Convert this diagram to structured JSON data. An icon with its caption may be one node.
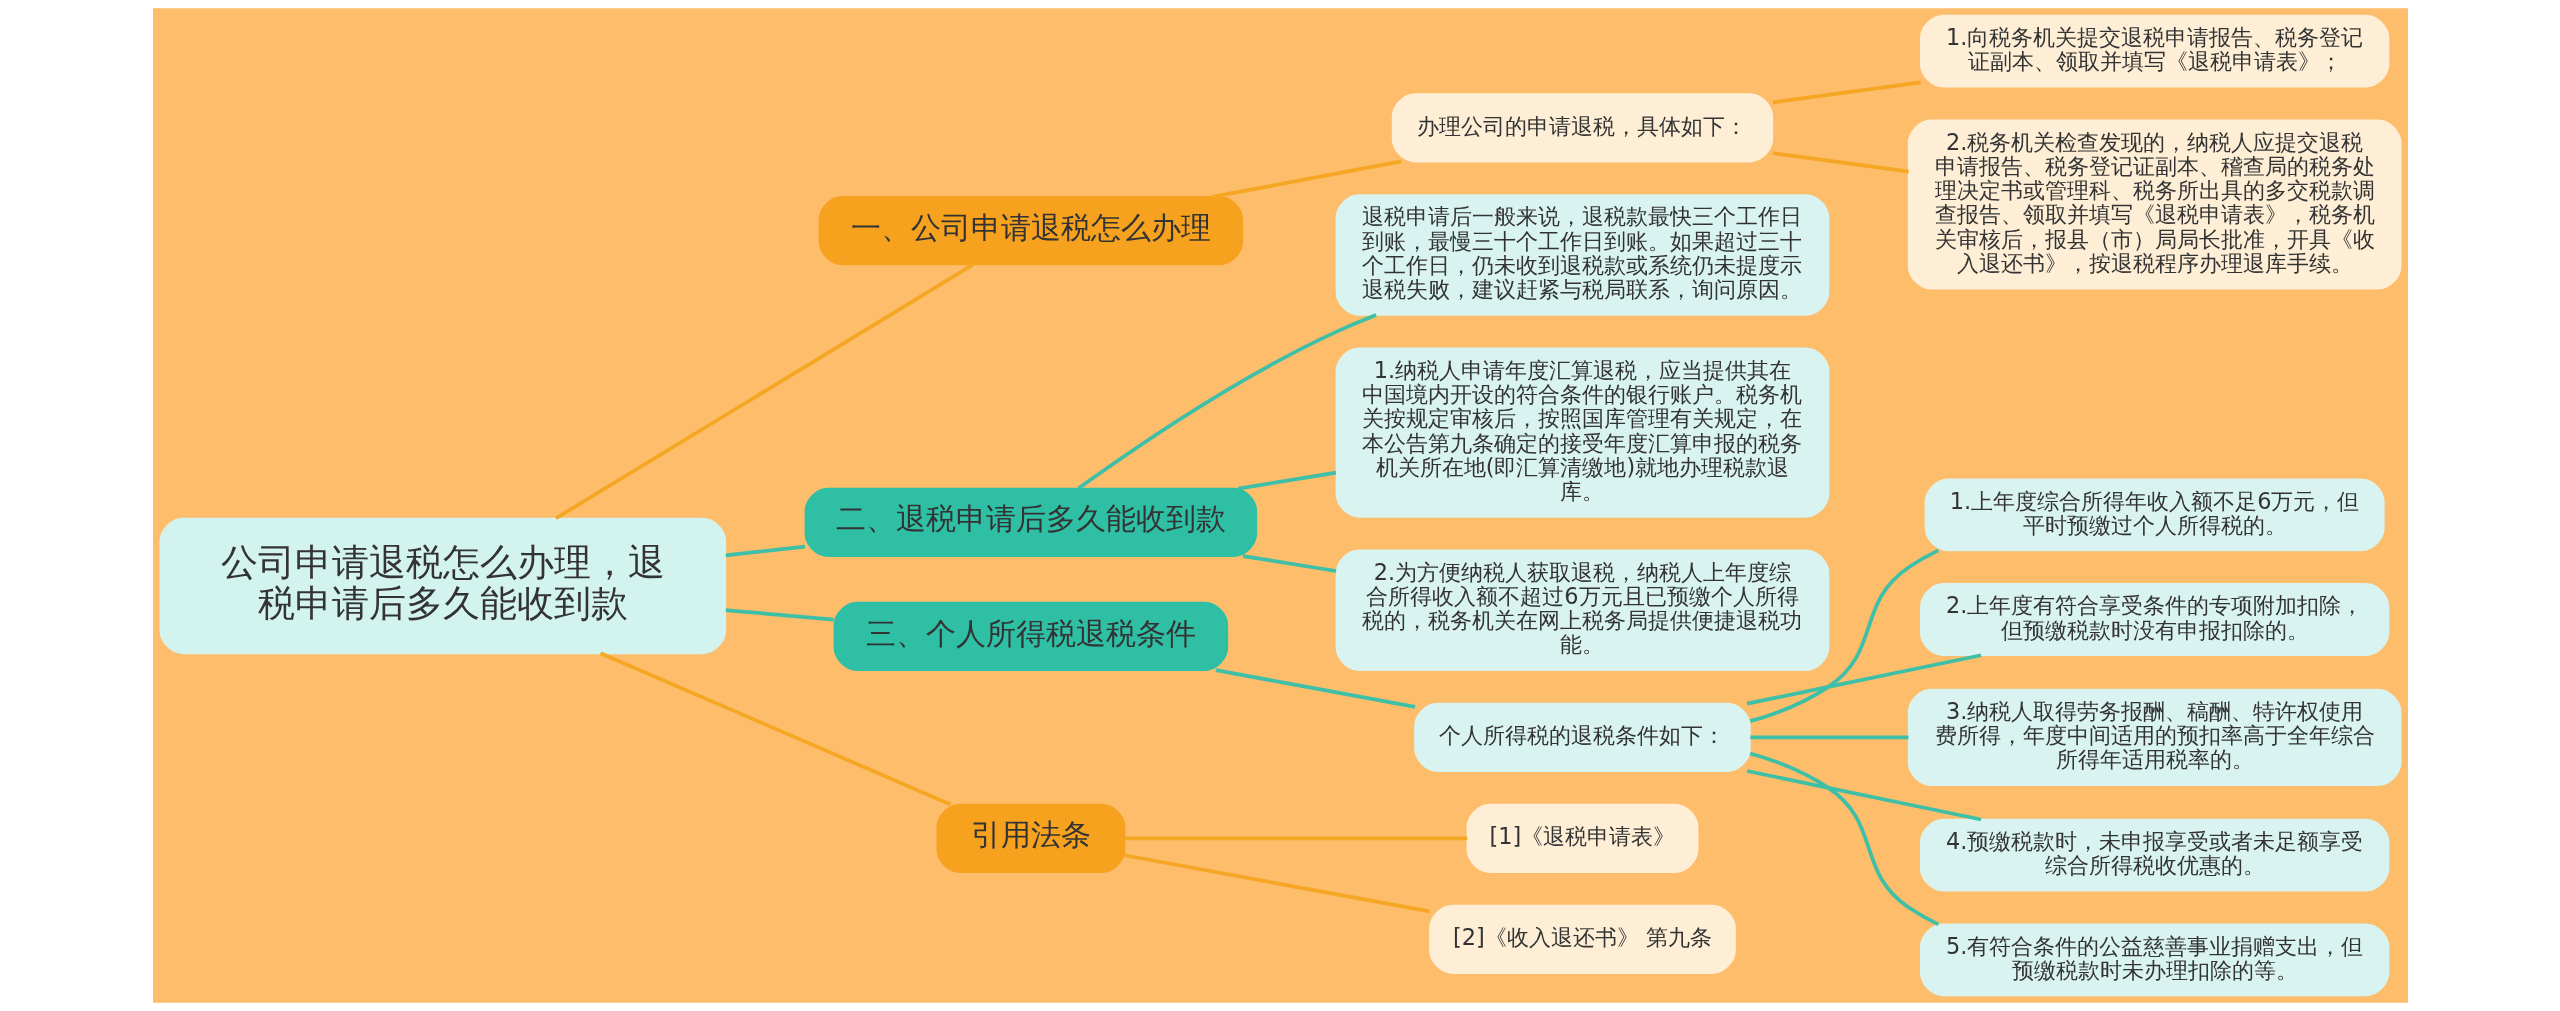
{
  "diagram": {
    "nodes": [
      {
        "text": [
          "公司申请退税怎么办理，退税申请后多久能收到款"
        ]
      },
      {
        "text": [
          "一、公司申请退税怎么办理"
        ]
      },
      {
        "text": [
          "办理公司的申请退税，具体如下："
        ]
      },
      {
        "text": [
          "1.向税务机关提交退税申请报告、税务登记证副本、领取并填写《退税申请表》；"
        ]
      },
      {
        "text": [
          "2.税务机关检查发现的，纳税人应提交退税申请报告、税务登记证副本、稽查局的税务处理决定书或管理科、税务所出具的多交税款调查报告、领取并填写《退税申请表》，税务机关审核后，报县（市）局局长批准，开具《收入退还书》，按退税程序办理退库手续。"
        ]
      },
      {
        "text": [
          "二、退税申请后多久能收到款"
        ]
      },
      {
        "text": [
          "退税申请后一般来说，退税款最快三个工作日到账，最慢三十个工作日到账。如果超过三十个工作日，仍未收到退税款或系统仍未提度示退税失败，建议赶紧与税局联系，询问原因。"
        ]
      },
      {
        "text": [
          "1.纳税人申请年度汇算退税，应当提供其在中国境内开设的符合条件的银行账户。税务机关按规定审核后，按照国库管理有关规定，在本公告第九条确定的接受年度汇算申报的税务机关所在地(即汇算清缴地)就地办理税款退库。"
        ]
      },
      {
        "text": [
          "2.为方便纳税人获取退税，纳税人上年度综合所得收入额不超过6万元且已预缴个人所得税的，税务机关在网上税务局提供便捷退税功能。"
        ]
      },
      {
        "text": [
          "三、个人所得税退税条件"
        ]
      },
      {
        "text": [
          "个人所得税的退税条件如下："
        ]
      },
      {
        "text": [
          "1.上年度综合所得年收入额不足6万元，但平时预缴过个人所得税的。"
        ]
      },
      {
        "text": [
          "2.上年度有符合享受条件的专项附加扣除，但预缴税款时没有申报扣除的。"
        ]
      },
      {
        "text": [
          "3.纳税人取得劳务报酬、稿酬、特许权使用费所得，年度中间适用的预扣率高于全年综合所得年适用税率的。"
        ]
      },
      {
        "text": [
          "4.预缴税款时，未申报享受或者未足额享受综合所得税收优惠的。"
        ]
      },
      {
        "text": [
          "5.有符合条件的公益慈善事业捐赠支出，但预缴税款时未办理扣除的等。"
        ]
      },
      {
        "text": [
          "引用法条"
        ]
      },
      {
        "text": [
          "[1]《退税申请表》"
        ]
      },
      {
        "text": [
          "[2]《收入退还书》 第九条"
        ]
      }
    ],
    "edges": [
      {
        "from": 0,
        "to": 1,
        "arrow": "none",
        "color": "#f5a623"
      },
      {
        "from": 1,
        "to": 2,
        "arrow": "none",
        "color": "#f5a623"
      },
      {
        "from": 2,
        "to": 3,
        "arrow": "none",
        "color": "#f5a623"
      },
      {
        "from": 2,
        "to": 4,
        "arrow": "none",
        "color": "#f5a623"
      },
      {
        "from": 0,
        "to": 5,
        "arrow": "none"
      },
      {
        "from": 5,
        "to": 6,
        "arrow": "none"
      },
      {
        "from": 5,
        "to": 7,
        "arrow": "none"
      },
      {
        "from": 5,
        "to": 8,
        "arrow": "none"
      },
      {
        "from": 0,
        "to": 9,
        "arrow": "none"
      },
      {
        "from": 9,
        "to": 10,
        "arrow": "none"
      },
      {
        "from": 10,
        "to": 11,
        "arrow": "none"
      },
      {
        "from": 10,
        "to": 12,
        "arrow": "none"
      },
      {
        "from": 10,
        "to": 13,
        "arrow": "none"
      },
      {
        "from": 10,
        "to": 14,
        "arrow": "none"
      },
      {
        "from": 10,
        "to": 15,
        "arrow": "none"
      },
      {
        "from": 0,
        "to": 16,
        "arrow": "none",
        "color": "#f5a623"
      },
      {
        "from": 16,
        "to": 17,
        "arrow": "none",
        "color": "#f5a623"
      },
      {
        "from": 16,
        "to": 18,
        "arrow": "none",
        "color": "#f5a623"
      }
    ]
  }
}
